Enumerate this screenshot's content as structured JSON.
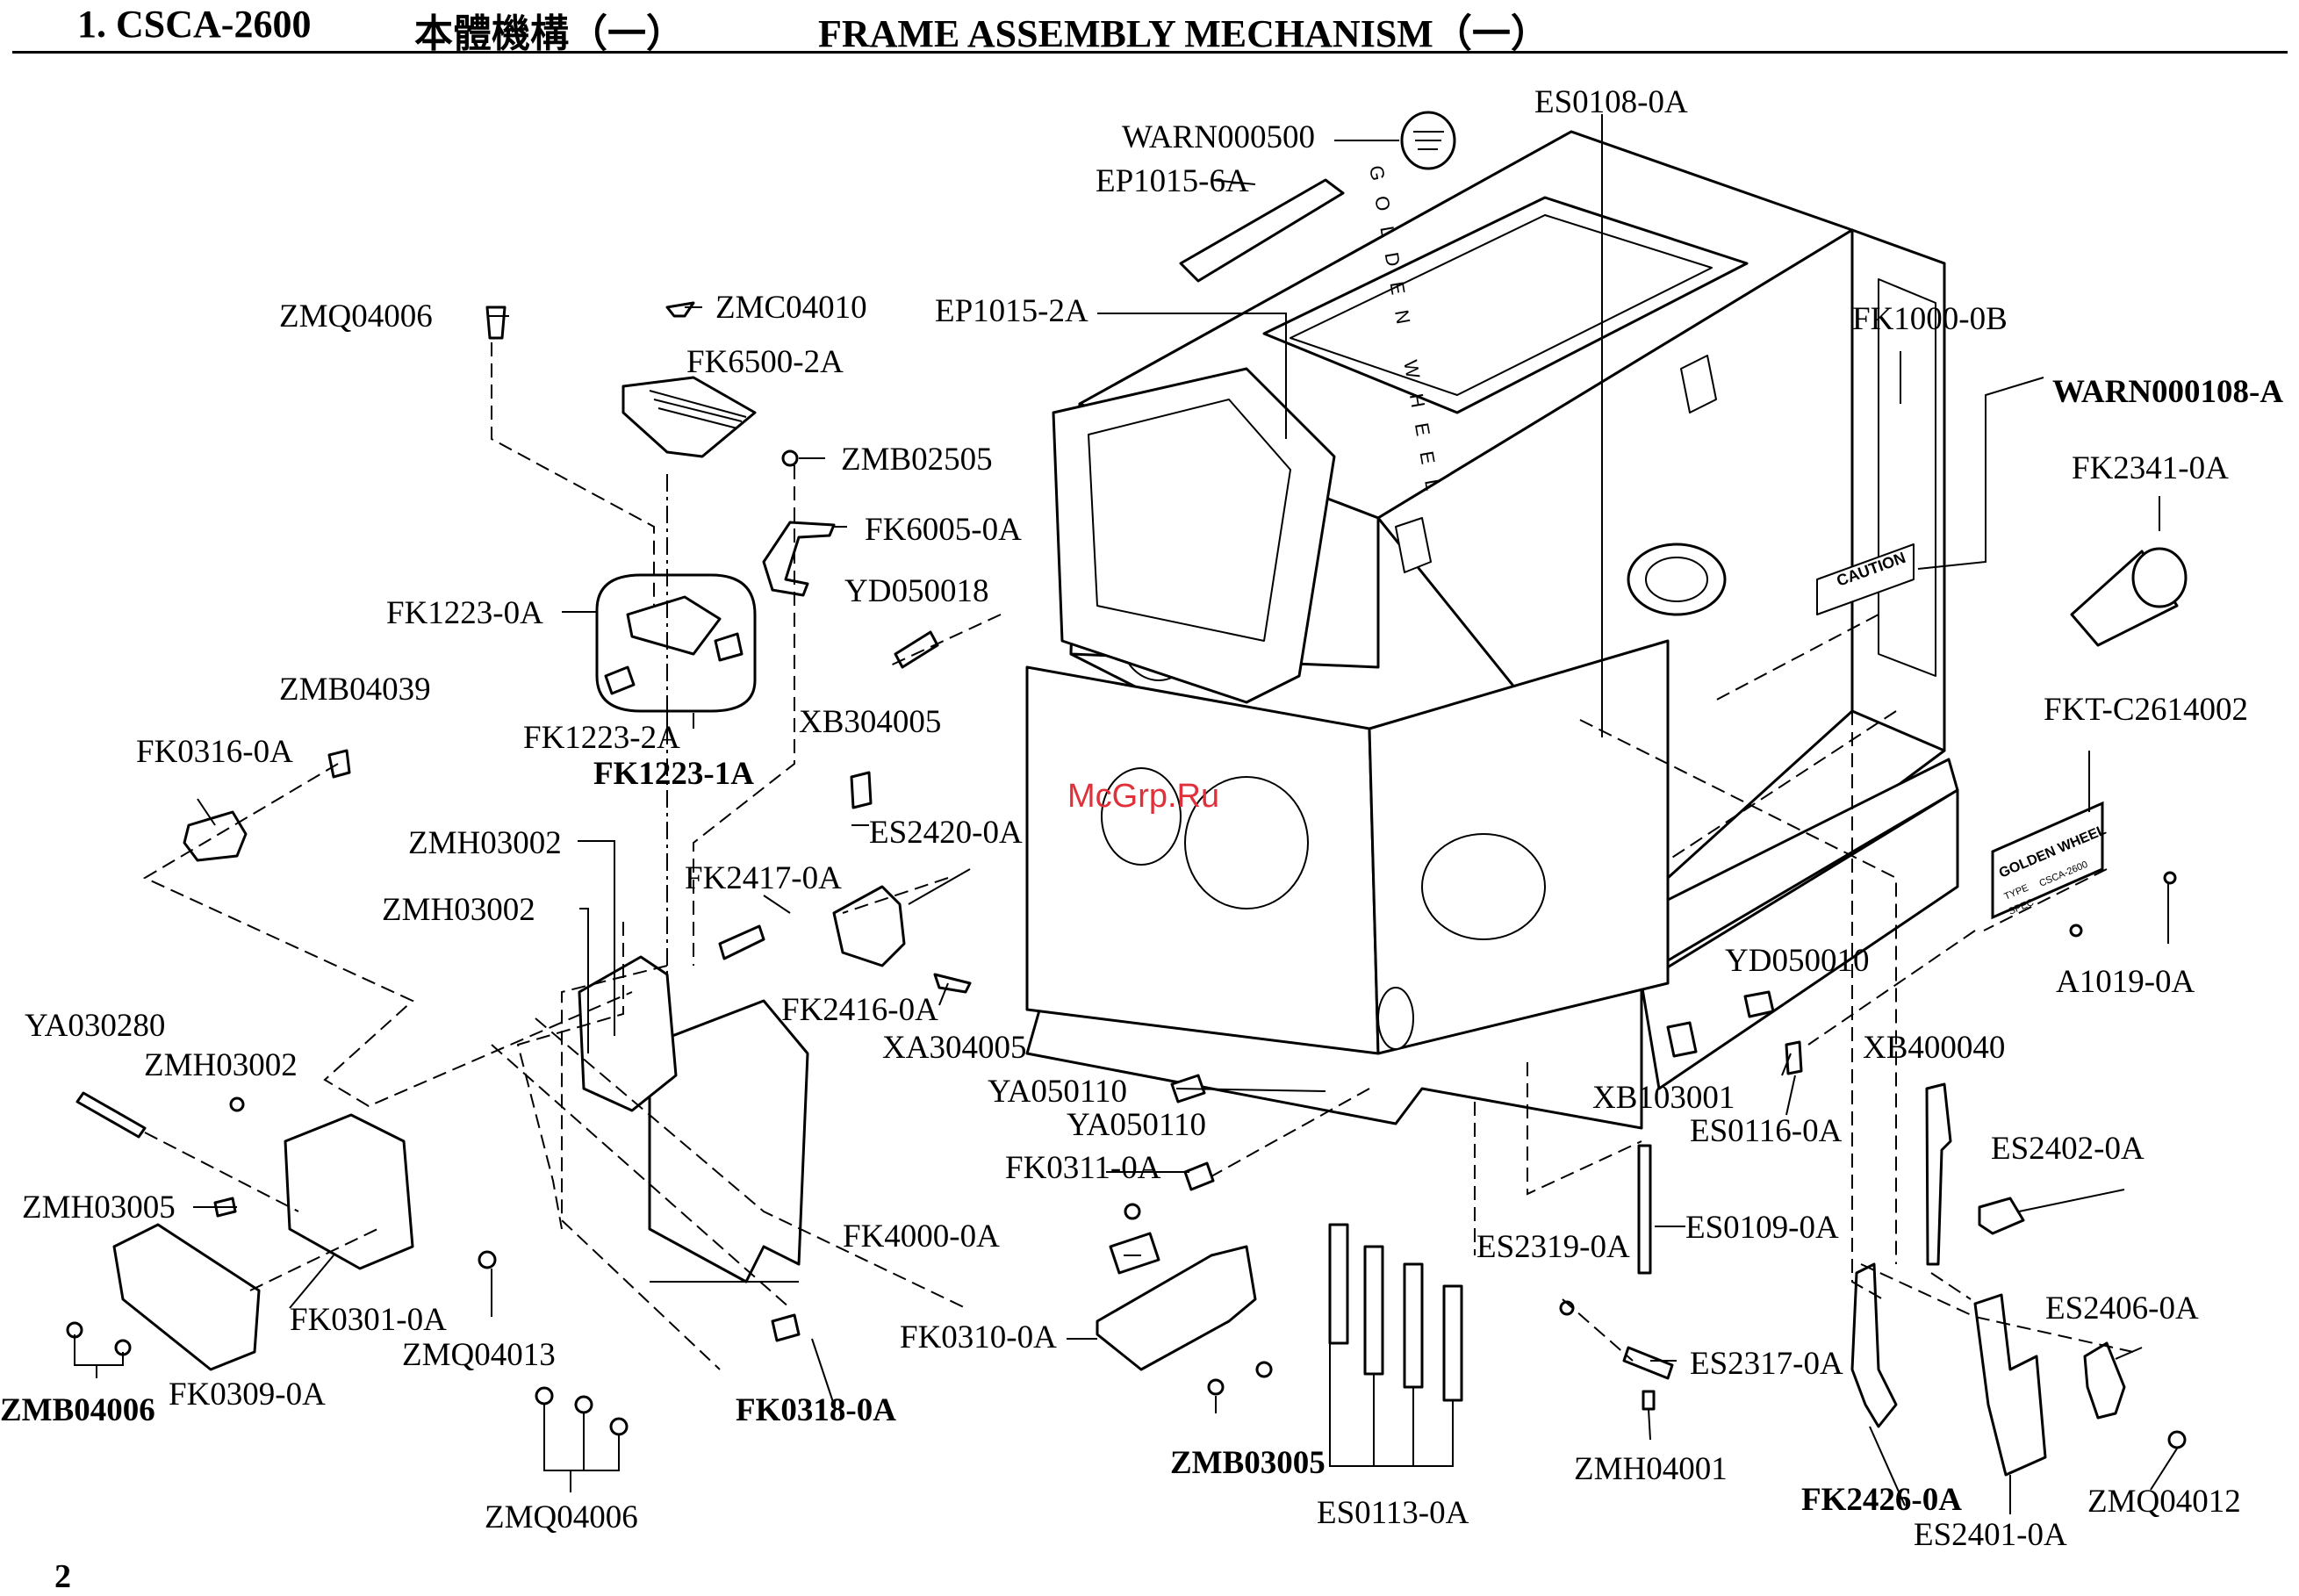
{
  "header": {
    "section": "1. CSCA-2600",
    "title_cn": "本體機構（一）",
    "title_en": "FRAME ASSEMBLY MECHANISM（一）"
  },
  "page_number": "2",
  "watermark": "McGrp.Ru",
  "nameplate": {
    "brand": "GOLDEN WHEEL",
    "type_label": "TYPE",
    "model": "CSCA-2600",
    "spec_label": "SPEC"
  },
  "caution_label": "CAUTION",
  "frame_lettering": "GOLDEN WHEEL",
  "parts": [
    "WARN000500",
    "EP1015-6A",
    "ES0108-0A",
    "ZMC04010",
    "ZMQ04006",
    "FK6500-2A",
    "EP1015-2A",
    "FK1000-0B",
    "WARN000108-A",
    "ZMB02505",
    "FK2341-0A",
    "FK6005-0A",
    "YD050018",
    "FK1223-0A",
    "ZMB04039",
    "FK1223-2A",
    "FK1223-1A",
    "XB304005",
    "FKT-C2614002",
    "FK0316-0A",
    "ZMH03002",
    "ES2420-0A",
    "FK2417-0A",
    "ZMH03002",
    "A1019-0A",
    "YD050010",
    "FK2416-0A",
    "YA030280",
    "XA304005",
    "XB400040",
    "ZMH03002",
    "YA050110",
    "XB103001",
    "YA050110",
    "ES0116-0A",
    "ES2402-0A",
    "FK0311-0A",
    "ZMH03005",
    "ES0109-0A",
    "FK4000-0A",
    "ES2319-0A",
    "ES2406-0A",
    "FK0301-0A",
    "ZMQ04013",
    "FK0310-0A",
    "ES2317-0A",
    "FK0309-0A",
    "ZMB04006",
    "FK0318-0A",
    "ZMH04001",
    "ZMB03005",
    "FK2426-0A",
    "ZMQ04012",
    "ZMQ04006",
    "ES0113-0A",
    "ES2401-0A"
  ]
}
